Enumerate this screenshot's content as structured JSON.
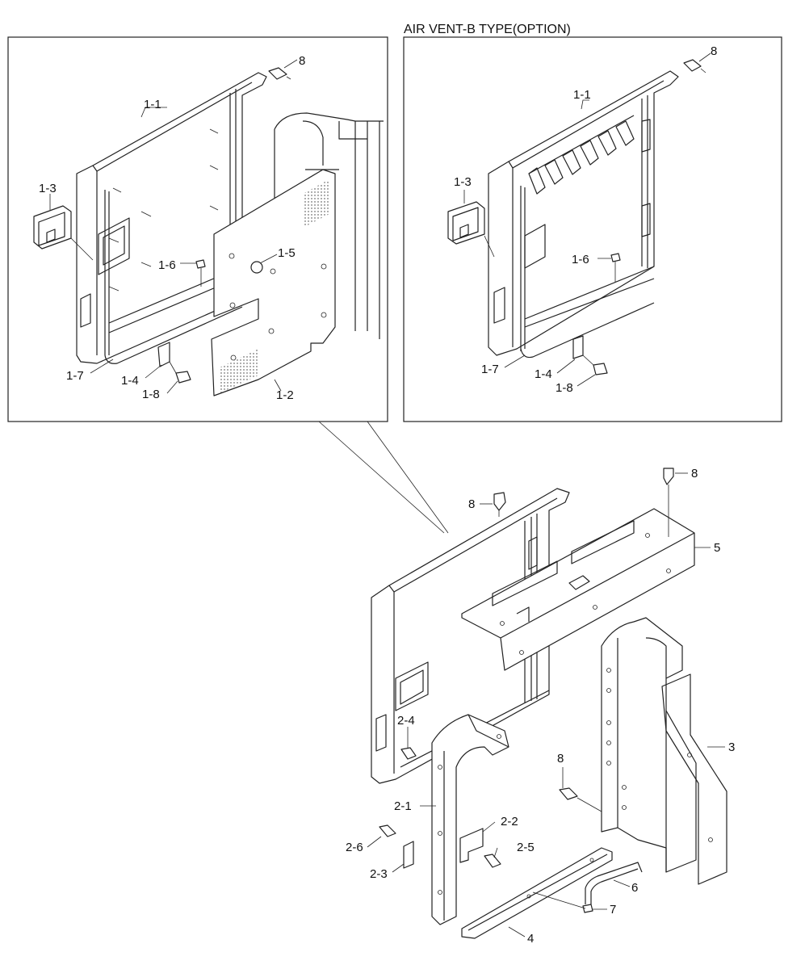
{
  "diagram": {
    "option_title": "AIR VENT-B TYPE(OPTION)",
    "left_detail": {
      "labels": {
        "p8": "8",
        "p1_1": "1-1",
        "p1_3": "1-3",
        "p1_5": "1-5",
        "p1_6": "1-6",
        "p1_7": "1-7",
        "p1_4": "1-4",
        "p1_8": "1-8",
        "p1_2": "1-2"
      }
    },
    "right_detail": {
      "labels": {
        "p8": "8",
        "p1_1": "1-1",
        "p1_3": "1-3",
        "p1_6": "1-6",
        "p1_7": "1-7",
        "p1_4": "1-4",
        "p1_8": "1-8"
      }
    },
    "main_assembly": {
      "labels": {
        "p8_top_left": "8",
        "p8_top_right": "8",
        "p5": "5",
        "p2_4": "2-4",
        "p3": "3",
        "p8_mid": "8",
        "p2_1": "2-1",
        "p2_2": "2-2",
        "p2_6": "2-6",
        "p2_5": "2-5",
        "p2_3": "2-3",
        "p6": "6",
        "p7": "7",
        "p4": "4"
      }
    }
  }
}
